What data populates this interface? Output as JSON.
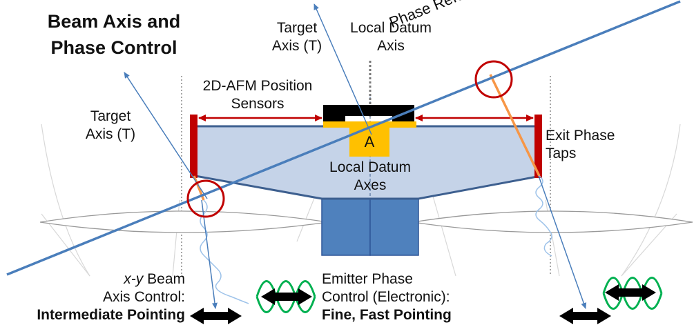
{
  "title": {
    "line1": "Beam Axis and",
    "line2": "Phase Control"
  },
  "labels": {
    "target_axis_top": {
      "line1": "Target",
      "line2": "Axis (T)"
    },
    "local_datum_axis": {
      "line1": "Local Datum",
      "line2": "Axis"
    },
    "phase_reference_plane": "Phase Reference Plane (T⊥)",
    "afm_sensors": {
      "line1": "2D-AFM Position",
      "line2": "Sensors"
    },
    "target_axis_left": {
      "line1": "Target",
      "line2": "Axis (T)"
    },
    "exit_phase_taps": {
      "line1": "Exit Phase",
      "line2": "Taps"
    },
    "block_a": "A",
    "local_datum_axes": {
      "line1": "Local Datum",
      "line2": "Axes"
    },
    "xy_beam": {
      "line1_italic": "x-y",
      "line1_rest": " Beam",
      "line2": "Axis Control:",
      "line3": "Intermediate Pointing"
    },
    "emitter_phase": {
      "line1": "Emitter Phase",
      "line2": "Control (Electronic):",
      "line3": "Fine, Fast Pointing"
    }
  },
  "colors": {
    "platform_fill": "#c5d3e8",
    "platform_stroke": "#3d5f8f",
    "emitter_block": "#4f81bd",
    "phase_plane_line": "#4a7ebb",
    "thin_axis": "#4a7ebb",
    "red": "#c00000",
    "orange": "#f79646",
    "gold": "#ffc000",
    "green": "#00b050",
    "black": "#000000"
  }
}
